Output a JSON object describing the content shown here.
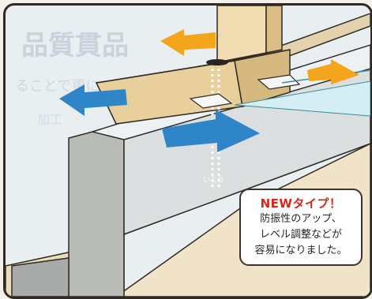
{
  "callout": {
    "title": "NEWタイプ！",
    "lines": [
      "防振性のアップ、",
      "レベル調整などが",
      "容易になりました。"
    ]
  },
  "beam_label": "いこう",
  "background_text": [
    "品質貫品",
    "ることで更に",
    "加工"
  ],
  "colors": {
    "arrow_orange": "#f4a51c",
    "arrow_blue": "#2e86c9",
    "wood": "#e9cf9b",
    "concrete": "#b9bbb7",
    "floor": "#f1e3c8",
    "outline": "#2f2a26",
    "callout_title": "#d9261c"
  },
  "icons": [
    "arrow-left-orange",
    "arrow-right-orange",
    "arrow-left-blue",
    "arrow-right-blue",
    "dotted-line-down"
  ]
}
